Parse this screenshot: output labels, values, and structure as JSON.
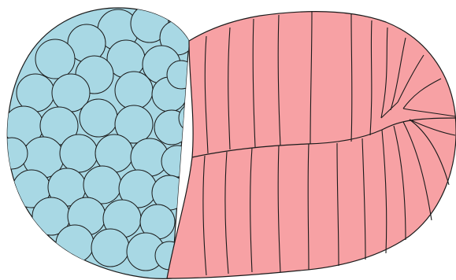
{
  "colors": {
    "background": "#ffffff",
    "blue_cell_fill": "#a8d8e4",
    "pink_cell_fill": "#f7a1a4",
    "outline": "#1a1a1a"
  },
  "regions": [
    {
      "name": "round-cell-cluster",
      "color_key": "blue_cell_fill",
      "shape": "circles"
    },
    {
      "name": "upper-elongated-cell-layer",
      "color_key": "pink_cell_fill",
      "shape": "columnar-cells"
    },
    {
      "name": "lower-elongated-cell-layer",
      "color_key": "pink_cell_fill",
      "shape": "columnar-cells"
    }
  ]
}
